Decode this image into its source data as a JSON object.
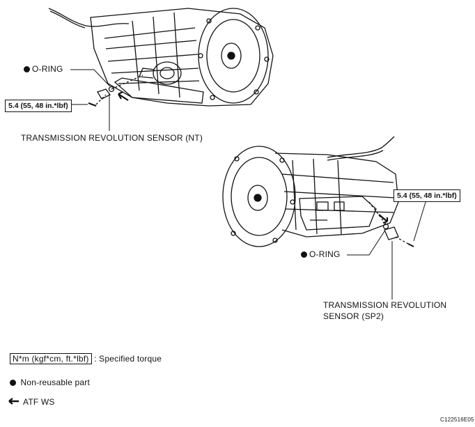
{
  "top_view": {
    "oring_label": "O-RING",
    "torque": "5.4 (55, 48 in.*lbf)",
    "sensor_label": "TRANSMISSION REVOLUTION SENSOR (NT)"
  },
  "bottom_view": {
    "oring_label": "O-RING",
    "torque": "5.4 (55, 48 in.*lbf)",
    "sensor_label_line1": "TRANSMISSION REVOLUTION",
    "sensor_label_line2": "SENSOR (SP2)"
  },
  "legend": {
    "torque_unit": "N*m (kgf*cm, ft.*lbf)",
    "torque_desc": ": Specified torque",
    "nonreusable": "Non-reusable part",
    "atf": "ATF WS"
  },
  "figure_id": "C122516E05"
}
